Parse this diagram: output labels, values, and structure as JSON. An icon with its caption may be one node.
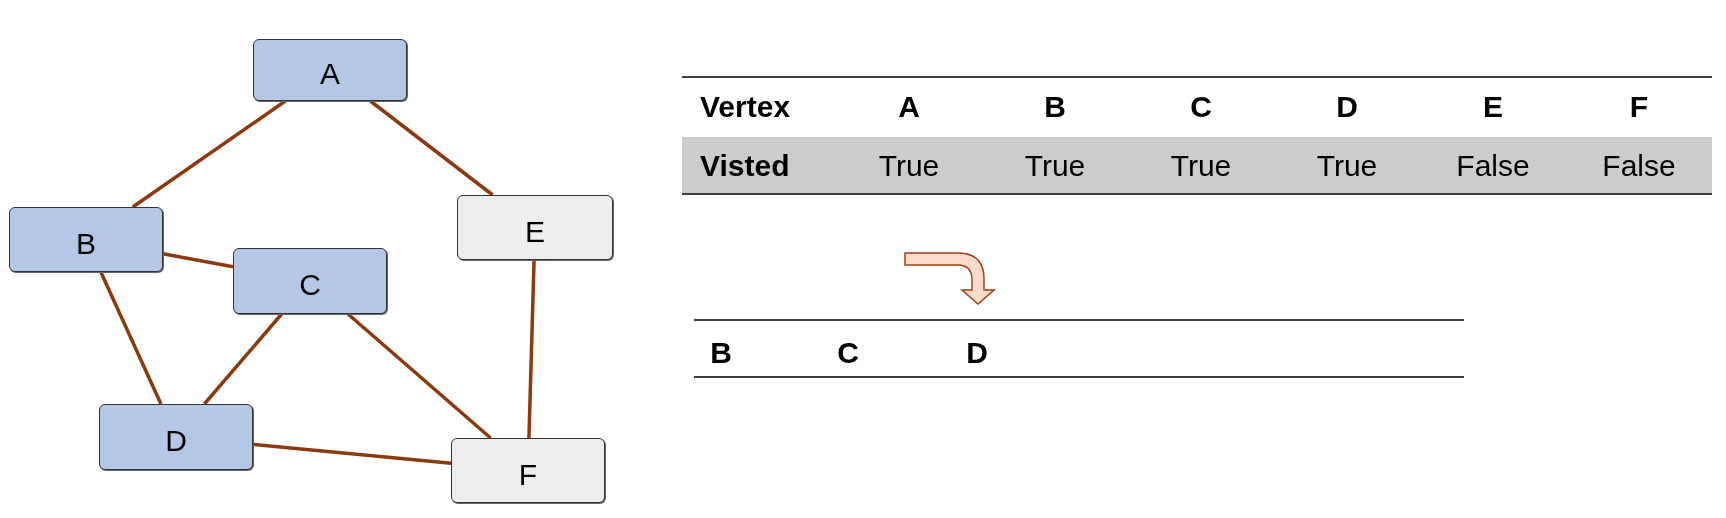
{
  "diagram": {
    "nodes": [
      {
        "text": [
          "A"
        ]
      },
      {
        "text": [
          "B"
        ]
      },
      {
        "text": [
          "C"
        ]
      },
      {
        "text": [
          "D"
        ]
      },
      {
        "text": [
          "E"
        ]
      },
      {
        "text": [
          "F"
        ]
      }
    ],
    "edges": [
      {
        "from": 0,
        "to": 1,
        "arrow": "none"
      },
      {
        "from": 0,
        "to": 4,
        "arrow": "none"
      },
      {
        "from": 1,
        "to": 2,
        "arrow": "none"
      },
      {
        "from": 1,
        "to": 3,
        "arrow": "none"
      },
      {
        "from": 2,
        "to": 3,
        "arrow": "none"
      },
      {
        "from": 2,
        "to": 5,
        "arrow": "none"
      },
      {
        "from": 3,
        "to": 5,
        "arrow": "none"
      },
      {
        "from": 4,
        "to": 5,
        "arrow": "none"
      }
    ],
    "labels": [
      "Vertex",
      "A",
      "B",
      "C",
      "D",
      "E",
      "F",
      "Visted",
      "True",
      "True",
      "True",
      "True",
      "False",
      "False",
      "B",
      "C",
      "D"
    ]
  }
}
